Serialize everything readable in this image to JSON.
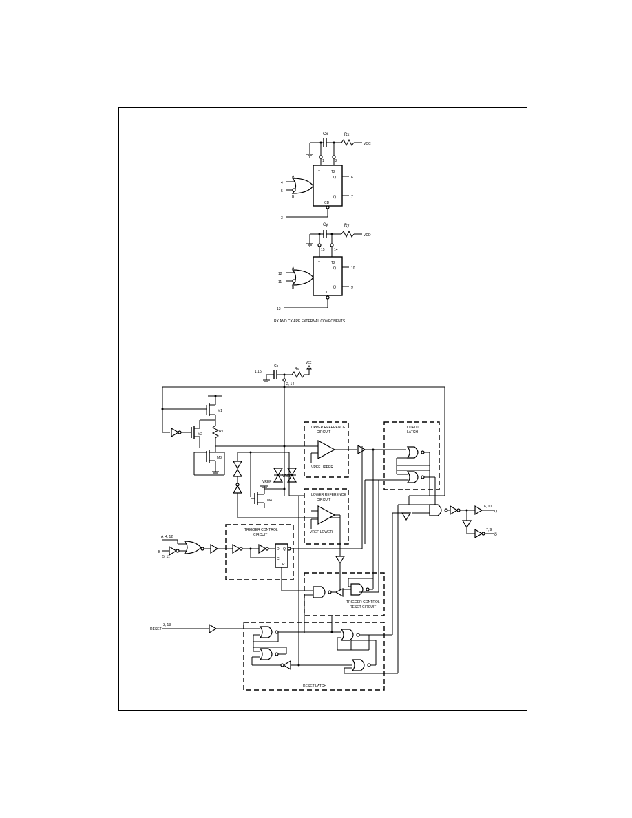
{
  "top": {
    "cap_label": "Cx",
    "res_label": "Rx",
    "supply": "VCC",
    "pins": {
      "p1": "1",
      "p2": "2",
      "p4": "4",
      "p5": "5",
      "p6": "6",
      "p7": "7",
      "p3": "3"
    },
    "gate_in_a": "A",
    "gate_in_b": "B",
    "box_t1": "T",
    "box_t2": "T2",
    "box_q": "Q",
    "box_qbar": "Q̅",
    "box_cd": "CD"
  },
  "bottom": {
    "cap_label": "Cy",
    "res_label": "Ry",
    "supply": "VDD",
    "pins": {
      "p15": "15",
      "p14": "14",
      "p12": "12",
      "p11": "11",
      "p10": "10",
      "p9": "9",
      "p13": "13"
    },
    "gate_in_a": "A",
    "gate_in_b": "B",
    "box_t1": "T",
    "box_t2": "T2",
    "box_q": "Q",
    "box_qbar": "Q̅",
    "box_cd": "CD"
  },
  "caption": "RX AND CX ARE EXTERNAL COMPONENTS",
  "schematic": {
    "cap_left": "1,15",
    "cap_label": "Cx",
    "res_label": "Rx",
    "vcc": "Vcc",
    "node_2_14": "2, 14",
    "m1": "M1",
    "m2": "M2",
    "m3": "M3",
    "m4": "M4",
    "rs": "Rs",
    "vref_label": "VREF",
    "upper_box": "UPPER REFERENCE\nCIRCUIT",
    "upper_vref": "VREF UPPER",
    "lower_box": "LOWER REFERENCE\nCIRCUIT",
    "lower_vref": "VREF LOWER",
    "output_latch": "OUTPUT\nLATCH",
    "trigger_control": "TRIGGER CONTROL\nCIRCUIT",
    "trig_reset": "TRIGGER CONTROL\nRESET CIRCUIT",
    "reset_latch": "RESET LATCH",
    "in_a": "A",
    "in_a_pins": "4, 12",
    "in_b": "B",
    "in_b_pins": "5, 11",
    "reset": "RESET",
    "reset_pins": "3, 13",
    "out_q": "Q",
    "out_q_pins": "6, 10",
    "out_qbar": "Q̅",
    "out_qbar_pins": "7, 9",
    "ff_d": "D",
    "ff_c": "C",
    "ff_r": "R",
    "ff_q": "Q"
  }
}
